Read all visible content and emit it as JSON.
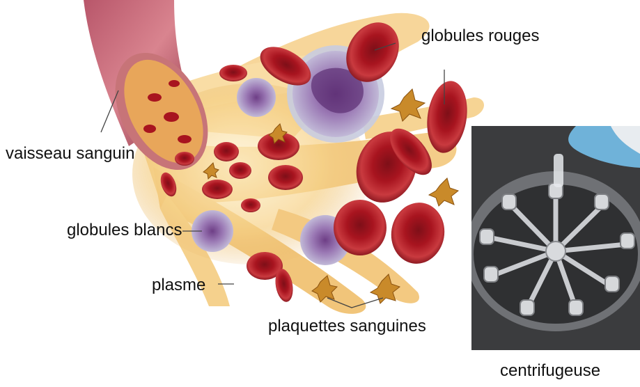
{
  "labels": {
    "red_cells": "globules rouges",
    "vessel": "vaisseau sanguin",
    "white_cells": "globules blancs",
    "plasma": "plasme",
    "platelets": "plaquettes sanguines",
    "centrifuge": "centrifugeuse"
  },
  "colors": {
    "red_cell": "#b3202a",
    "red_cell_dark": "#7e0f18",
    "plasma": "#f2c266",
    "white_cell": "#a9a0c8",
    "vessel": "#c25a68",
    "platelet": "#c9892a",
    "metal": "#8a8c90"
  }
}
